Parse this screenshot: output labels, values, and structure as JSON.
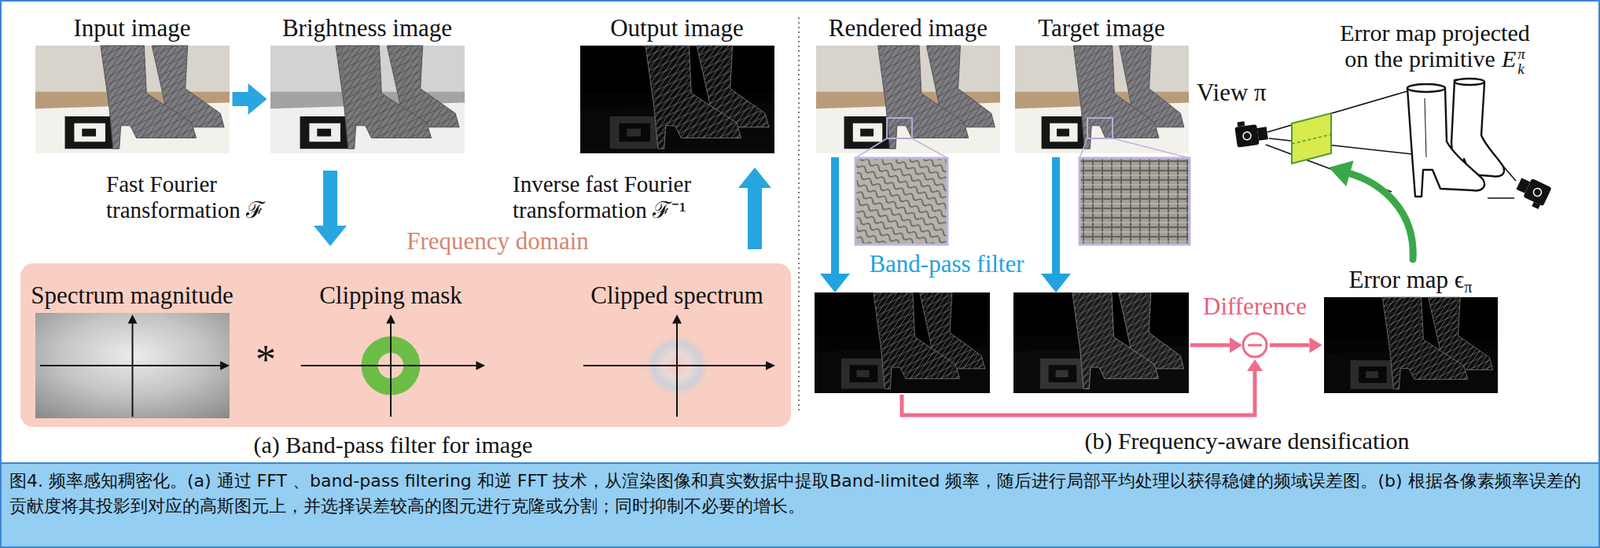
{
  "diagram": {
    "caption": "图4. 频率感知稠密化。(a) 通过 FFT 、band-pass filtering 和逆 FFT 技术，从渲染图像和真实数据中提取Band-limited 频率，随后进行局部平均处理以获得稳健的频域误差图。(b) 根据各像素频率误差的贡献度将其投影到对应的高斯图元上，并选择误差较高的图元进行克隆或分割；同时抑制不必要的增长。",
    "nodes": [
      {
        "text": [
          "Input image"
        ]
      },
      {
        "text": [
          "Brightness image"
        ]
      },
      {
        "text": [
          "Output image"
        ]
      },
      {
        "text": [
          "Frequency domain"
        ]
      },
      {
        "text": [
          "Spectrum magnitude"
        ],
        "in": 3
      },
      {
        "text": [
          "Clipping mask"
        ],
        "in": 3
      },
      {
        "text": [
          "Clipped spectrum"
        ],
        "in": 3
      },
      {
        "text": [
          "Rendered image"
        ]
      },
      {
        "text": [
          "Target image"
        ]
      },
      {
        "text": [
          "Difference"
        ]
      },
      {
        "text": [
          "Error map ϵ",
          "π"
        ]
      },
      {
        "text": [
          "Error map projected on the primitive",
          "E",
          "π",
          "k"
        ]
      }
    ],
    "edges": [
      {
        "from": 0,
        "to": 1,
        "arrow": "to"
      },
      {
        "from": 1,
        "to": 3,
        "label": "Fast Fourier transformation ℱ",
        "arrow": "to"
      },
      {
        "from": 3,
        "to": 2,
        "label": "Inverse fast Fourier transformation ℱ⁻¹",
        "arrow": "to"
      },
      {
        "from": 5,
        "to": 6,
        "arrow": "to"
      },
      {
        "from": 9,
        "to": 10,
        "arrow": "to"
      },
      {
        "from": 10,
        "to": 11,
        "arrow": "to"
      }
    ],
    "labels": [
      "*",
      "View π",
      "Band-pass filter",
      "(a) Band-pass filter for image",
      "(b) Frequency-aware densification"
    ]
  }
}
